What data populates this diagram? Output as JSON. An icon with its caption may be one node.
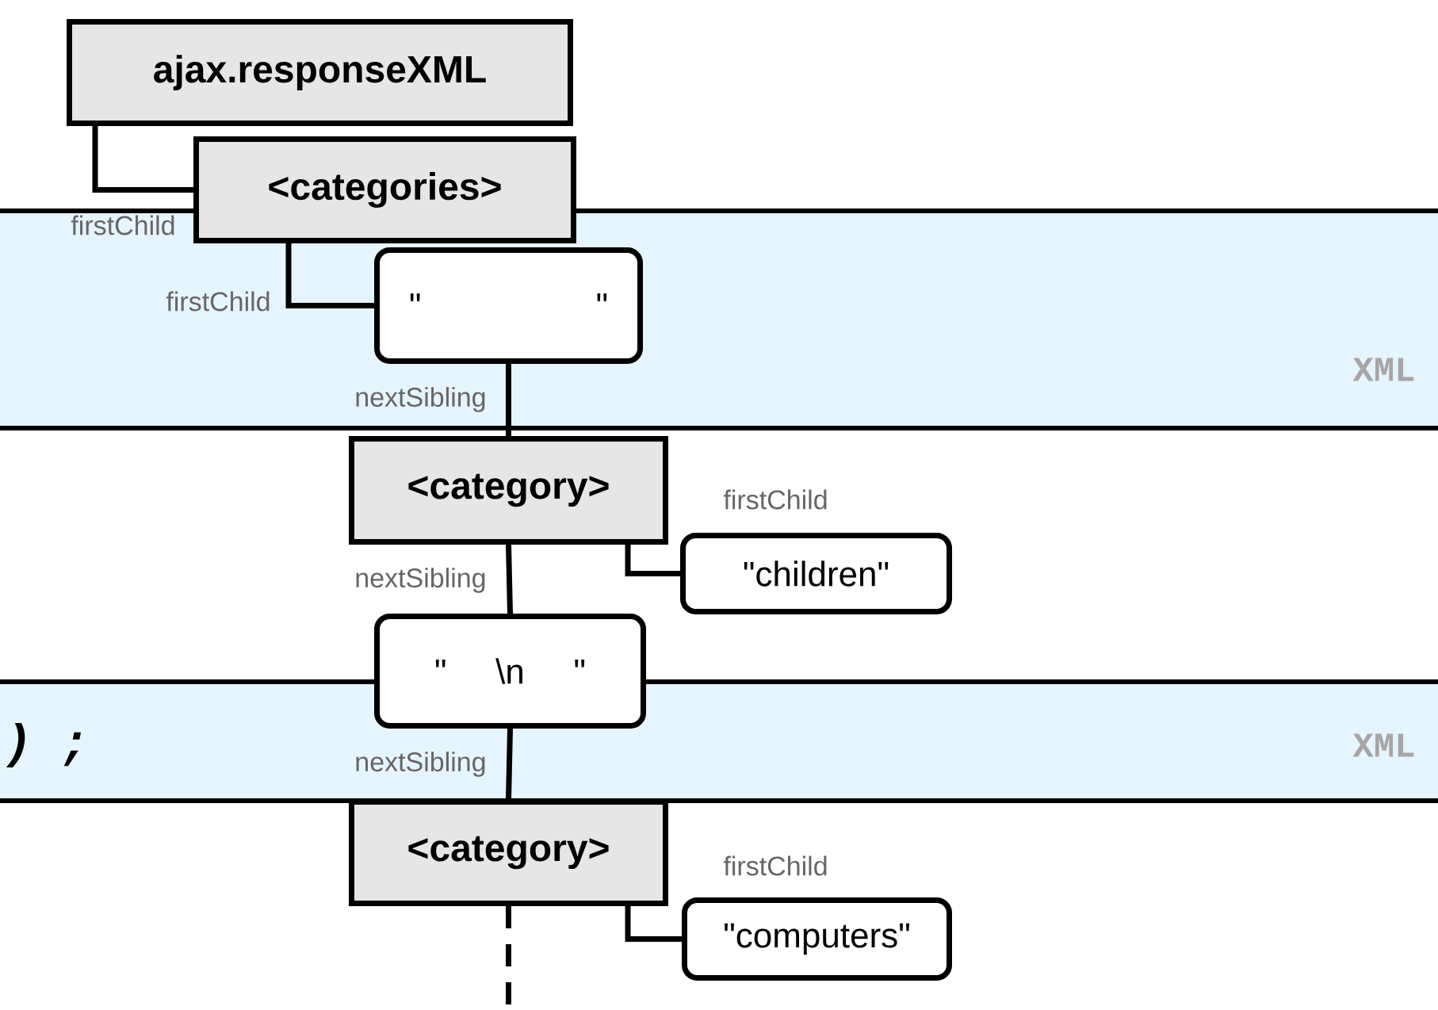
{
  "diagram": {
    "nodes": [
      {
        "text": [
          "ajax.responseXML"
        ]
      },
      {
        "text": [
          "<categories>"
        ]
      },
      {
        "text": [
          "\"  \""
        ]
      },
      {
        "text": [
          "<category>"
        ]
      },
      {
        "text": [
          "\"children\""
        ]
      },
      {
        "text": [
          "\" \\n \""
        ]
      },
      {
        "text": [
          "<category>"
        ]
      },
      {
        "text": [
          "\"computers\""
        ]
      }
    ],
    "edges": [
      {
        "from": 0,
        "to": 1,
        "arrow": "none",
        "label": "firstChild"
      },
      {
        "from": 1,
        "to": 2,
        "arrow": "none",
        "label": "firstChild"
      },
      {
        "from": 2,
        "to": 3,
        "arrow": "none",
        "label": "nextSibling"
      },
      {
        "from": 3,
        "to": 4,
        "arrow": "none",
        "label": "firstChild"
      },
      {
        "from": 3,
        "to": 5,
        "arrow": "none",
        "label": "nextSibling"
      },
      {
        "from": 5,
        "to": 6,
        "arrow": "none",
        "label": "nextSibling"
      },
      {
        "from": 6,
        "to": 7,
        "arrow": "none",
        "label": "firstChild"
      },
      {
        "from": 6,
        "to": null,
        "arrow": "none",
        "style": "dashed"
      }
    ],
    "labels": [
      "XML",
      ") ;",
      "XML"
    ]
  }
}
